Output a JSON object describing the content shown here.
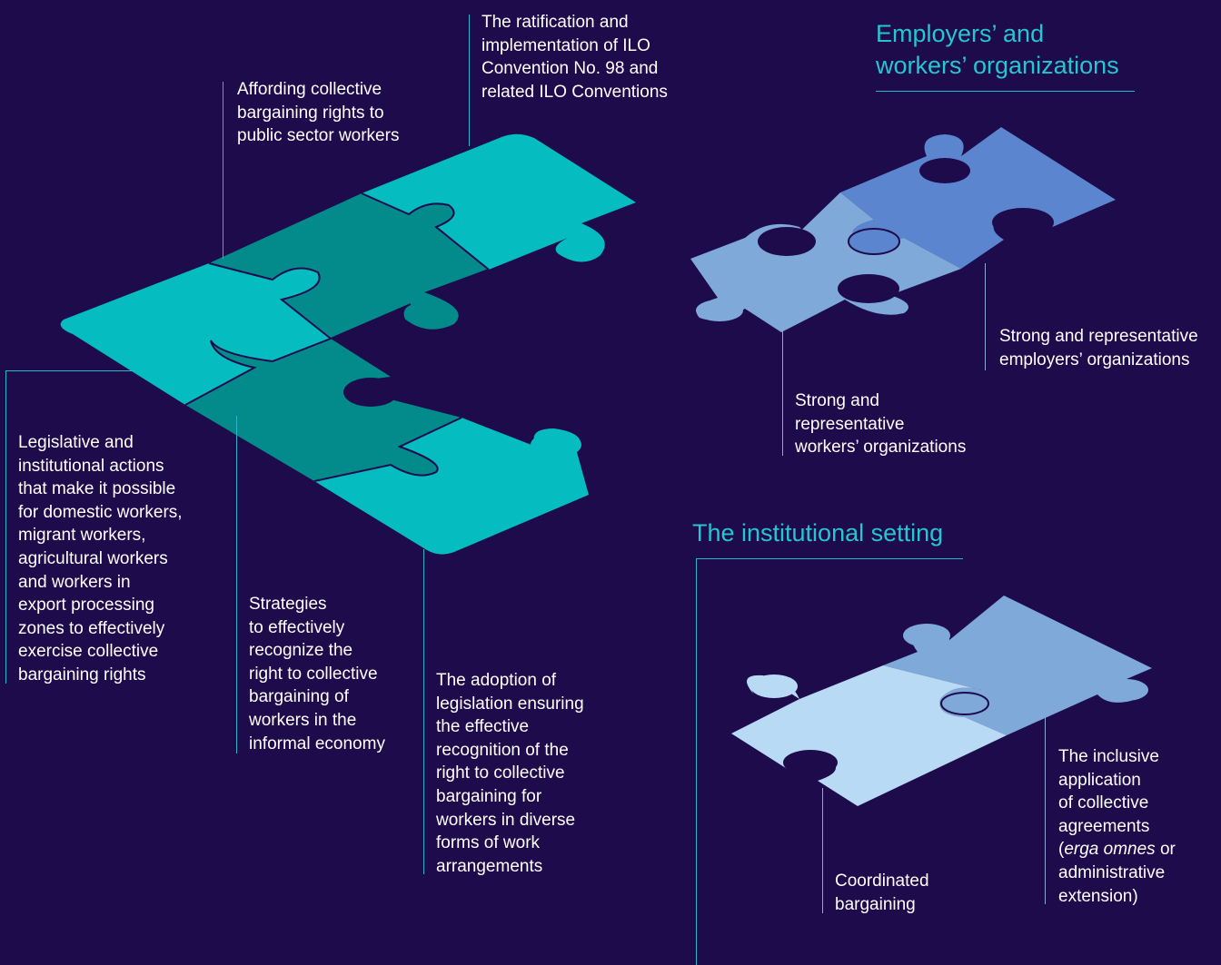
{
  "colors": {
    "background": "#1e0b4b",
    "teal_light": "#05bcc0",
    "teal_dark": "#038b8c",
    "heading": "#26c6cf",
    "blue_dark": "#5b86cf",
    "blue_mid": "#7ea9d9",
    "blue_light": "#b9daf4"
  },
  "sections": {
    "employers_heading": "Employers’ and\nworkers’ organizations",
    "institutional_heading": "The institutional setting"
  },
  "labels": {
    "ratification": "The ratification and\nimplementation of ILO\nConvention No. 98 and\nrelated ILO Conventions",
    "public_sector": "Affording collective\nbargaining rights to\npublic sector workers",
    "legislative": "Legislative and\ninstitutional actions\nthat make it possible\nfor domestic  workers,\nmigrant workers,\nagricultural workers\nand workers in\nexport processing\nzones to effectively\nexercise collective\nbargaining rights",
    "informal": "Strategies\nto effectively\nrecognize the\nright to collective\nbargaining of\nworkers in the\ninformal economy",
    "adoption": "The adoption of\nlegislation ensuring\nthe effective\nrecognition of the\nright to collective\nbargaining for\nworkers in diverse\nforms of work\narrangements",
    "employers_orgs": "Strong and representative\nemployers’ organizations",
    "workers_orgs": "Strong and\nrepresentative\nworkers’ organizations",
    "coordinated": "Coordinated\nbargaining",
    "inclusive_part1": "The inclusive\napplication\nof collective\nagreements\n(",
    "inclusive_italic": "erga omnes",
    "inclusive_part2": " or\nadministrative\nextension)"
  }
}
